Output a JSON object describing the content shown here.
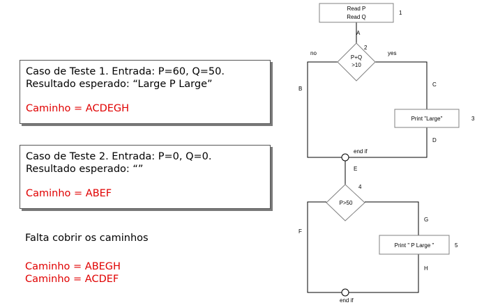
{
  "case1": {
    "line1": "Caso de Teste 1. Entrada: P=60, Q=50.",
    "line2": "Resultado esperado: “Large P Large”",
    "path": "Caminho = ACDEGH"
  },
  "case2": {
    "line1": "Caso de Teste 2. Entrada: P=0, Q=0.",
    "line2": "Resultado esperado: “”",
    "path": "Caminho = ABEF"
  },
  "remaining": {
    "heading": "Falta cobrir os caminhos",
    "paths": [
      "Caminho = ABEGH",
      "Caminho = ACDEF"
    ]
  },
  "flowchart": {
    "node1": {
      "line1": "Read P",
      "line2": "Read Q",
      "number": "1"
    },
    "decision1": {
      "line1": "P+Q",
      "line2": ">10",
      "number": "2",
      "no": "no",
      "yes": "yes"
    },
    "node3": {
      "text": "Print \"Large\"",
      "number": "3"
    },
    "decision2": {
      "text": "P>50",
      "number": "4"
    },
    "node5": {
      "text": "Print \" P Large \"",
      "number": "5"
    },
    "endif1": "end if",
    "endif2": "end if",
    "edges": {
      "A": "A",
      "B": "B",
      "C": "C",
      "D": "D",
      "E": "E",
      "F": "F",
      "G": "G",
      "H": "H"
    }
  },
  "colors": {
    "highlight": "#e00000",
    "shape_stroke": "#808080",
    "connector": "#000000"
  }
}
